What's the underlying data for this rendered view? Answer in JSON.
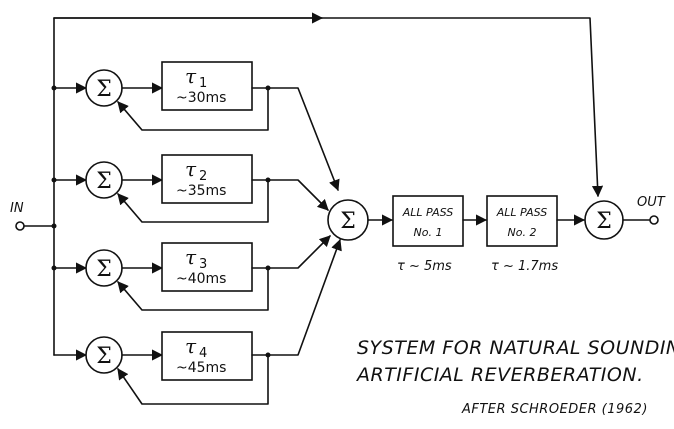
{
  "input_label": "IN",
  "output_label": "OUT",
  "sum_symbol": "Σ",
  "comb_filters": [
    {
      "tau": "τ",
      "sub": "1",
      "delay": "~30ms"
    },
    {
      "tau": "τ",
      "sub": "2",
      "delay": "~35ms"
    },
    {
      "tau": "τ",
      "sub": "3",
      "delay": "~40ms"
    },
    {
      "tau": "τ",
      "sub": "4",
      "delay": "~45ms"
    }
  ],
  "allpass_filters": [
    {
      "name": "ALL PASS",
      "number": "No. 1",
      "delay": "τ ~ 5ms"
    },
    {
      "name": "ALL PASS",
      "number": "No. 2",
      "delay": "τ ~ 1.7ms"
    }
  ],
  "caption": {
    "line1": "SYSTEM FOR NATURAL SOUNDING",
    "line2": "ARTIFICIAL REVERBERATION.",
    "credit": "AFTER SCHROEDER (1962)"
  }
}
